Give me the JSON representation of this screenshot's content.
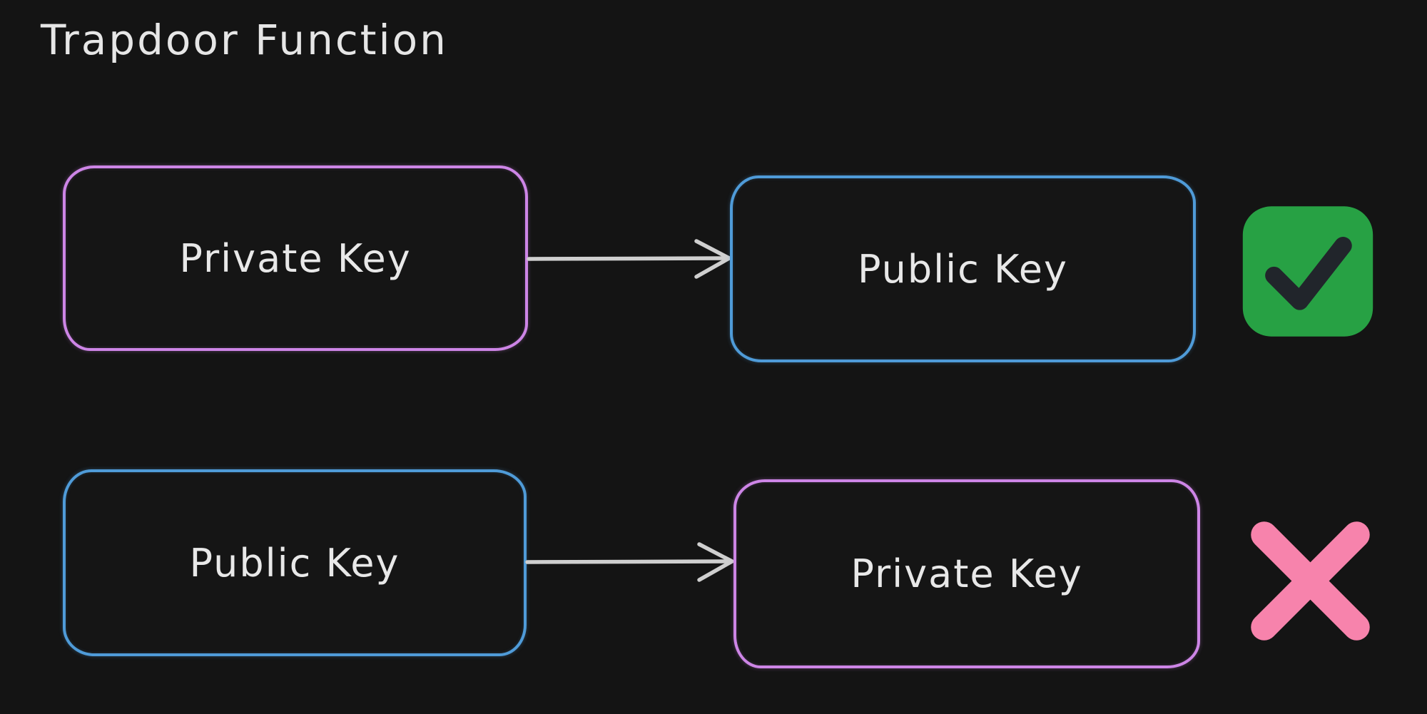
{
  "title": "Trapdoor Function",
  "diagram": {
    "rows": [
      {
        "source": {
          "label": "Private Key",
          "border_color": "#cd85e6",
          "key_type": "private"
        },
        "target": {
          "label": "Public Key",
          "border_color": "#4f9bd8",
          "key_type": "public"
        },
        "arrow": {
          "direction": "right",
          "color": "#cfcfcf"
        },
        "result": {
          "icon": "check-icon",
          "meaning": "derivation possible",
          "color": "#27a144"
        }
      },
      {
        "source": {
          "label": "Public Key",
          "border_color": "#4f9bd8",
          "key_type": "public"
        },
        "target": {
          "label": "Private Key",
          "border_color": "#cd85e6",
          "key_type": "private"
        },
        "arrow": {
          "direction": "right",
          "color": "#cfcfcf"
        },
        "result": {
          "icon": "cross-icon",
          "meaning": "derivation not possible",
          "color": "#f783ac"
        }
      }
    ]
  },
  "colors": {
    "background": "#141414",
    "text": "#e8e8e8",
    "violet_border": "#cd85e6",
    "blue_border": "#4f9bd8",
    "arrow": "#cfcfcf",
    "check_green": "#27a144",
    "check_stroke": "#21252b",
    "cross_pink": "#f783ac"
  }
}
